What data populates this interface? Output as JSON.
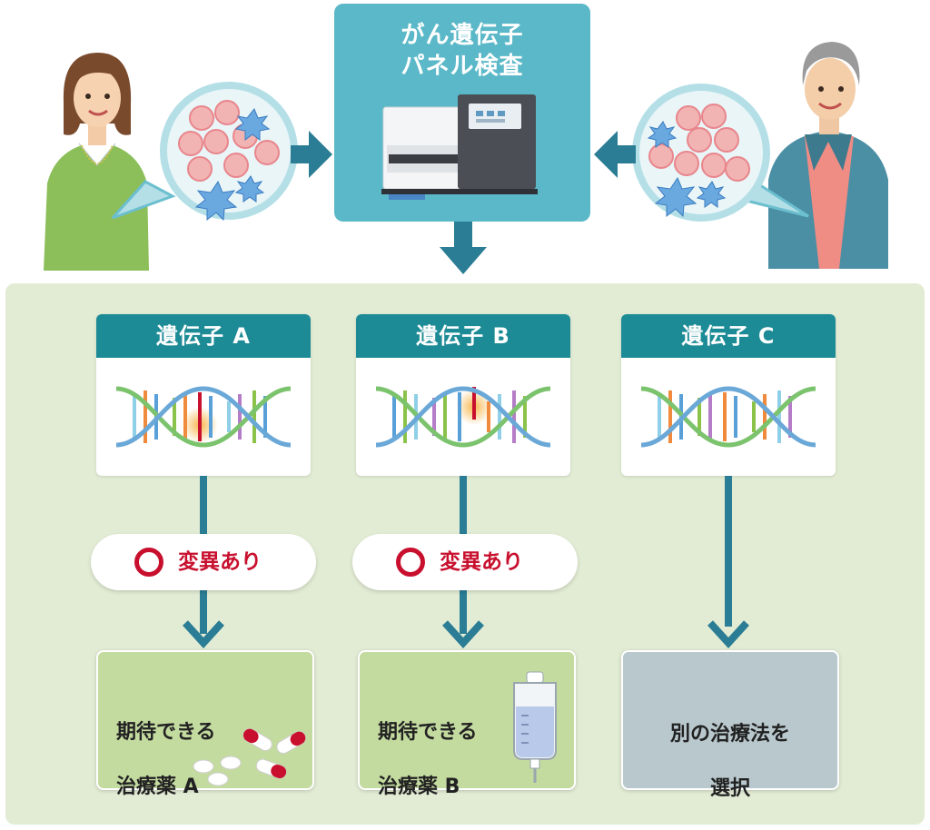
{
  "test": {
    "title_line1": "がん遺伝子",
    "title_line2": "パネル検査"
  },
  "genes": [
    {
      "label": "遺伝子 A",
      "mutation_shown": true
    },
    {
      "label": "遺伝子 B",
      "mutation_shown": true
    },
    {
      "label": "遺伝子 C",
      "mutation_shown": false
    }
  ],
  "mutation_badges": [
    {
      "label": "変異あり"
    },
    {
      "label": "変異あり"
    }
  ],
  "results": [
    {
      "line1": "期待できる",
      "line2": "治療薬 A",
      "icon": "pills-icon"
    },
    {
      "line1": "期待できる",
      "line2": "治療薬 B",
      "icon": "iv-bag-icon"
    },
    {
      "line1": "別の治療法を",
      "line2": "選択"
    }
  ],
  "colors": {
    "panel_bg": "#e2ecd4",
    "test_box": "#5bb8c8",
    "gene_header": "#1d8b96",
    "arrow": "#2a7d94",
    "mutation": "#c8102e",
    "result_green": "#c4dba0",
    "result_gray": "#b9c8cd"
  }
}
